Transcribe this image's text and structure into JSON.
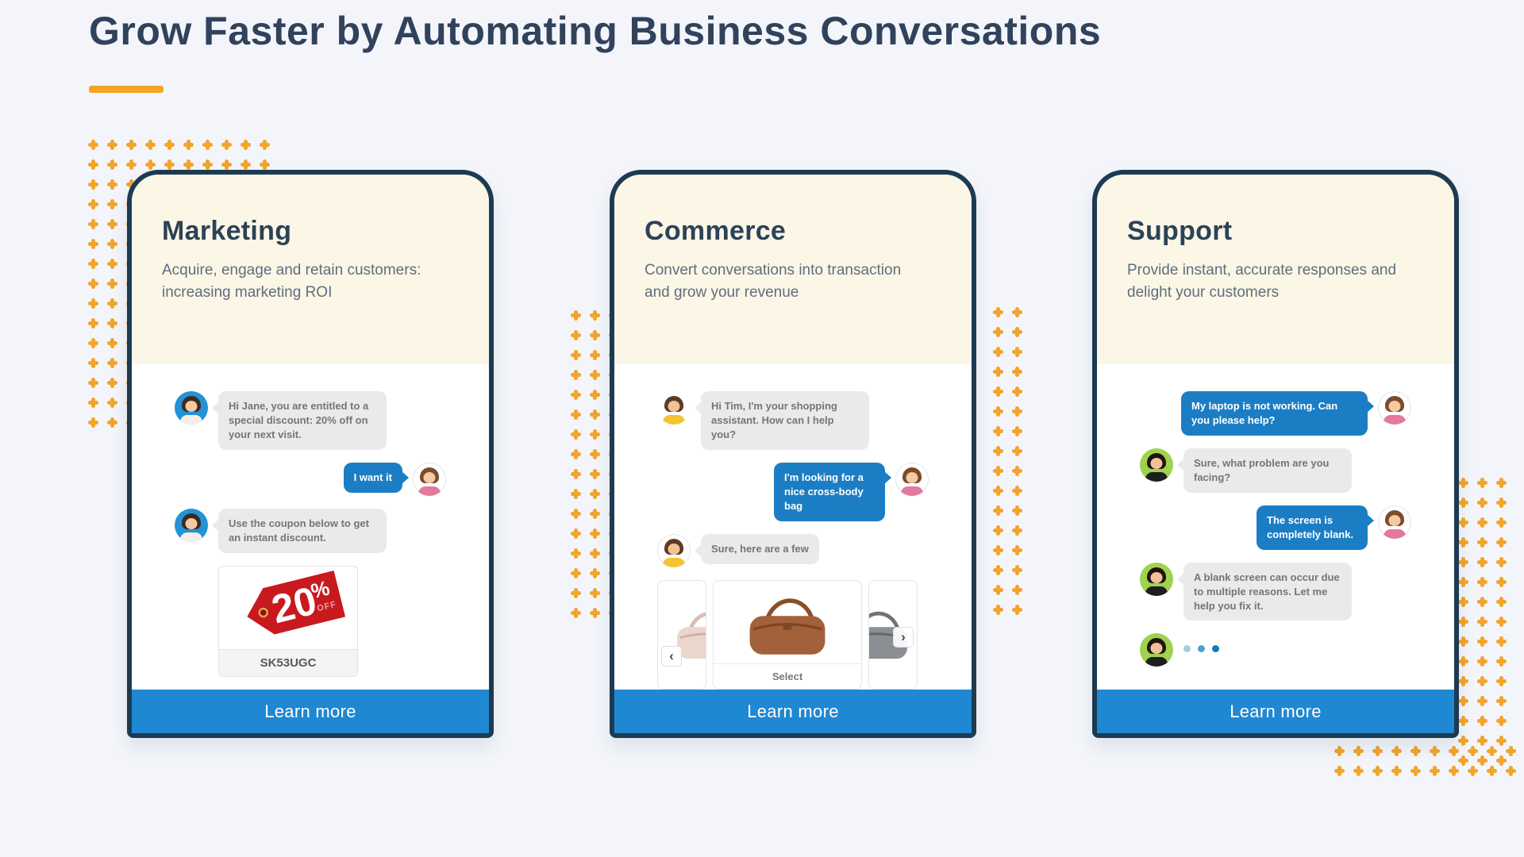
{
  "page": {
    "title": "Grow Faster by Automating Business Conversations"
  },
  "colors": {
    "accent_orange": "#F5A522",
    "heading_navy": "#30425C",
    "card_border": "#1C3B52",
    "card_header_cream": "#FCF6E6",
    "cta_blue": "#1F88D3",
    "bubble_blue": "#1B7EC5",
    "bubble_gray": "#EAEAEA"
  },
  "cards": [
    {
      "id": "marketing",
      "title": "Marketing",
      "description": "Acquire, engage and retain customers: increasing marketing ROI",
      "cta": "Learn more",
      "messages": {
        "m1": "Hi Jane, you are entitled to a special discount: 20% off on your next visit.",
        "m2": "I want it",
        "m3": "Use the coupon below to get an instant discount."
      },
      "coupon": {
        "percent": "20",
        "percent_symbol": "%",
        "off": "OFF",
        "code": "SK53UGC"
      }
    },
    {
      "id": "commerce",
      "title": "Commerce",
      "description": "Convert conversations into transaction and grow your revenue",
      "cta": "Learn more",
      "messages": {
        "m1": "Hi Tim, I'm your shopping assistant. How can I help you?",
        "m2": "I'm looking for a nice cross-body bag",
        "m3": "Sure, here are a few"
      },
      "carousel": {
        "select_label": "Select",
        "prev_icon": "‹",
        "next_icon": "›"
      }
    },
    {
      "id": "support",
      "title": "Support",
      "description": "Provide instant, accurate responses and delight your customers",
      "cta": "Learn more",
      "messages": {
        "m1": "My laptop is not working. Can you please help?",
        "m2": "Sure, what problem are you facing?",
        "m3": "The screen is completely blank.",
        "m4": "A blank screen can occur due to multiple reasons. Let me help you fix it."
      }
    }
  ]
}
